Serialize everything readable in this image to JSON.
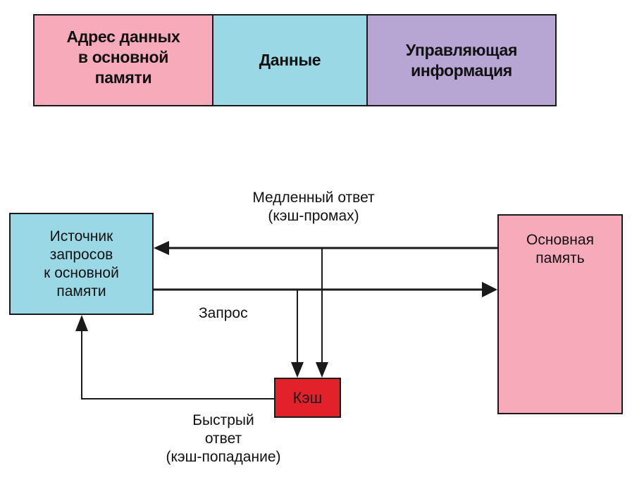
{
  "record": {
    "fields": [
      {
        "label": "Адрес данных\nв основной\nпамяти",
        "color": "#f7aab9"
      },
      {
        "label": "Данные",
        "color": "#9ad8e6"
      },
      {
        "label": "Управляющая\nинформация",
        "color": "#b7a5d4"
      }
    ]
  },
  "diagram": {
    "source": {
      "label": "Источник\nзапросов\nк основной\nпамяти",
      "color": "#9ad8e6"
    },
    "main_memory": {
      "label": "Основная\nпамять",
      "color": "#f7aab9"
    },
    "cache": {
      "label": "Кэш",
      "color": "#e3212b"
    },
    "slow_response": "Медленный ответ\n(кэш-промах)",
    "request": "Запрос",
    "fast_response": "Быстрый\nответ\n(кэш-попадание)"
  }
}
